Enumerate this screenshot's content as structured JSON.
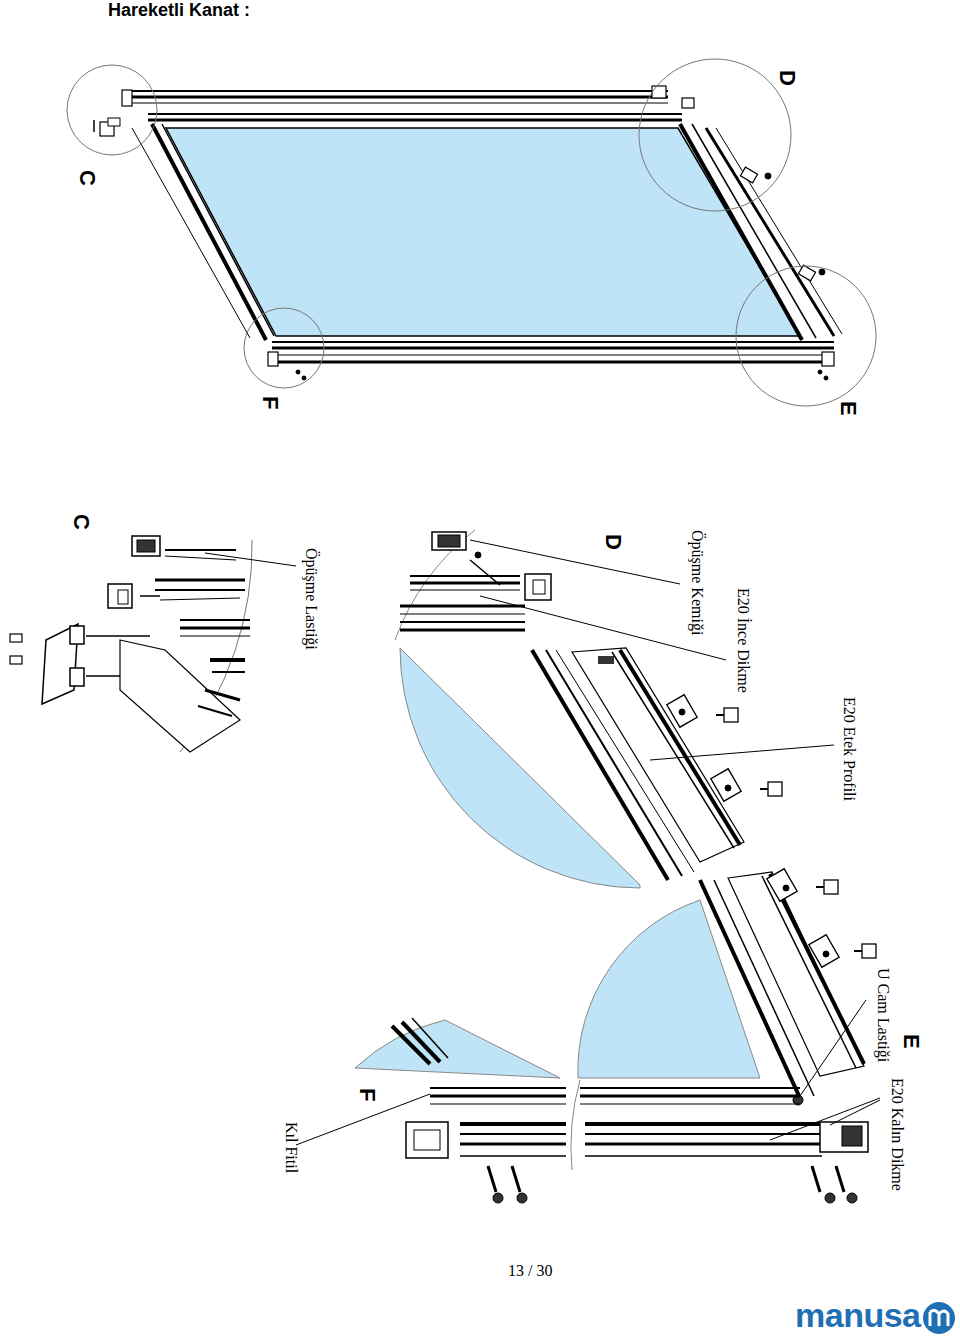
{
  "diagram": {
    "title": "Hareketli Kanat :",
    "labels": [
      "D",
      "C",
      "F",
      "E",
      "C",
      "D",
      "E",
      "F",
      "Öpüşme Lastiği",
      "Öpüşme Kemiği",
      "E20 İnce Dikme",
      "E20 Etek Profili",
      "U Cam Lastiği",
      "E20 Kalın Dikme",
      "Kıl Fitil",
      "13 / 30",
      "manusa"
    ]
  }
}
